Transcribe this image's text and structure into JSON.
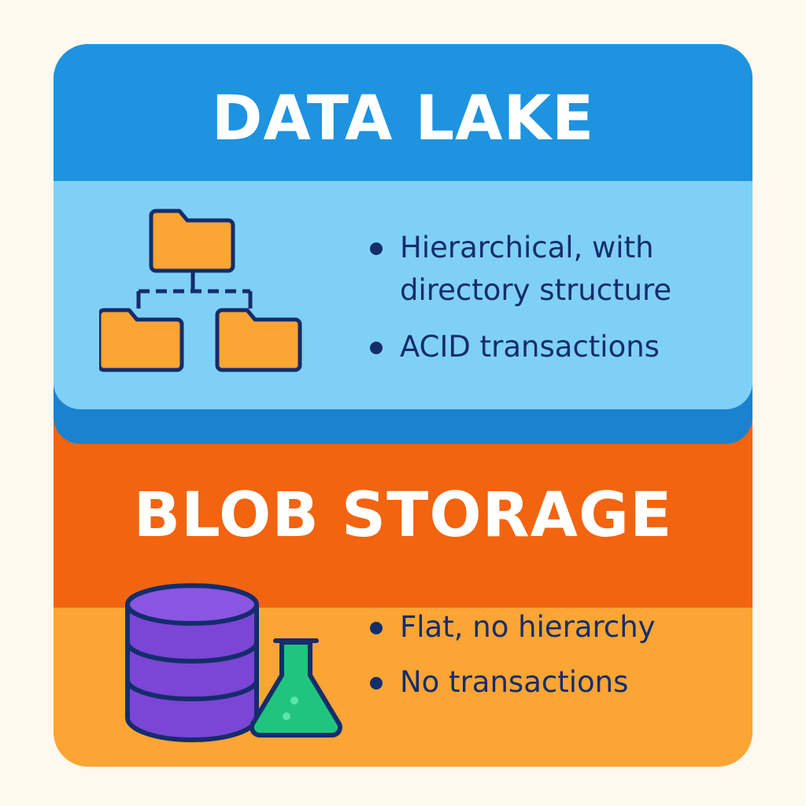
{
  "data_lake": {
    "title": "DATA LAKE",
    "icon": "folder-hierarchy-icon",
    "bullets": [
      "Hierarchical, with directory structure",
      "ACID transactions"
    ]
  },
  "blob_storage": {
    "title": "BLOB STORAGE",
    "icon": "database-flask-icon",
    "bullets": [
      "Flat, no hierarchy",
      "No transactions"
    ]
  },
  "colors": {
    "background": "#FDF9EE",
    "lake_header": "#1E93DF",
    "lake_body": "#7FD0F7",
    "blob_header": "#F2640F",
    "blob_body": "#FBA534",
    "text_dark": "#142D6B",
    "folder": "#FBA534",
    "database": "#7B45D6",
    "flask_liquid": "#1FC57E"
  }
}
